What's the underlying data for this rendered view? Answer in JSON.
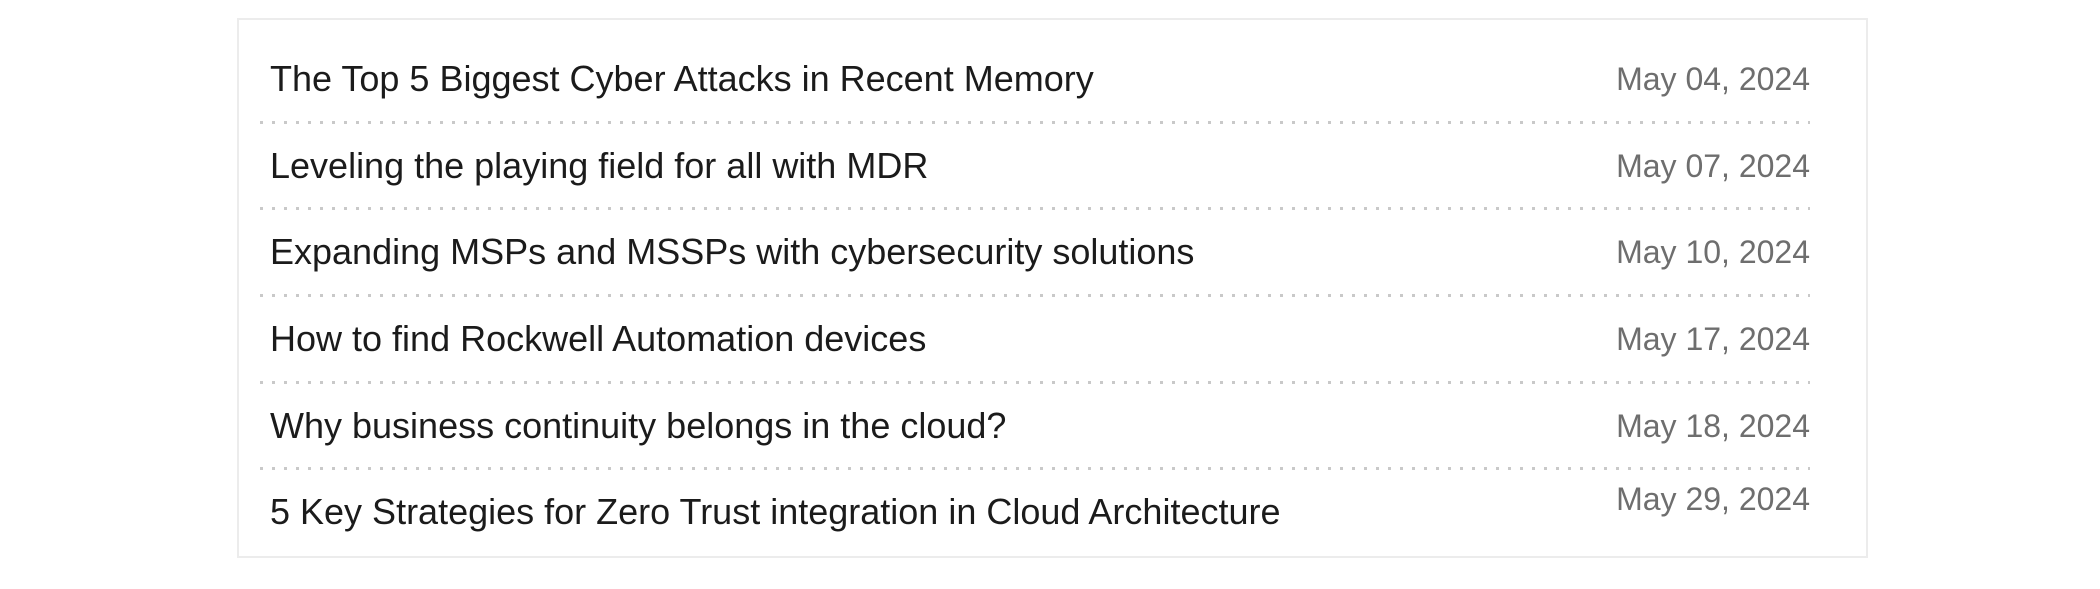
{
  "panel": {
    "name": "recent-posts-list",
    "background": "#ffffff",
    "border_color": "#ececec"
  },
  "colors": {
    "title_text": "#1b1b1b",
    "date_text": "#6e6e6e",
    "separator_dots": "#c9c9c9"
  },
  "articles": [
    {
      "title": "The Top 5 Biggest Cyber Attacks in Recent Memory",
      "date": "May 04, 2024"
    },
    {
      "title": "Leveling the playing field for all with MDR",
      "date": "May 07, 2024"
    },
    {
      "title": "Expanding MSPs and MSSPs with cybersecurity solutions",
      "date": "May 10, 2024"
    },
    {
      "title": "How to find Rockwell Automation devices",
      "date": "May 17, 2024"
    },
    {
      "title": "Why business continuity belongs in the cloud?",
      "date": "May 18, 2024"
    },
    {
      "title": "5 Key Strategies for Zero Trust integration in Cloud Architecture",
      "date": "May 29, 2024"
    }
  ]
}
